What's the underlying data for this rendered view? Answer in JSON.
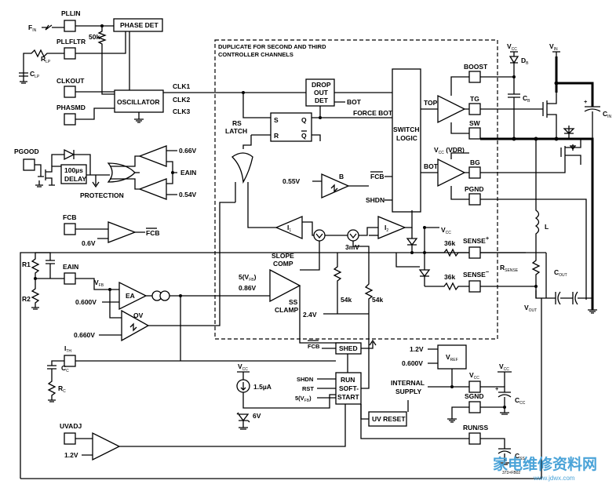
{
  "pins": {
    "fin": "F",
    "fin_sub": "IN",
    "pllin": "PLLIN",
    "pllfltr": "PLLFLTR",
    "clkout": "CLKOUT",
    "phasmd": "PHASMD",
    "pgood": "PGOOD",
    "fcb": "FCB",
    "eain": "EAIN",
    "ith": "I",
    "ith_sub": "TH",
    "uvadj": "UVADJ",
    "boost": "BOOST",
    "tg": "TG",
    "sw": "SW",
    "bg": "BG",
    "pgnd": "PGND",
    "sense_plus": "SENSE",
    "sense_minus": "SENSE",
    "vcc": "V",
    "vcc_sub": "CC",
    "sgnd": "SGND",
    "run_ss": "RUN/SS"
  },
  "blocks": {
    "phase_det": "PHASE DET",
    "oscillator": "OSCILLATOR",
    "delay_1": "100µs",
    "delay_2": "DELAY",
    "dropout_1": "DROP",
    "dropout_2": "OUT",
    "dropout_3": "DET",
    "switch_logic_1": "SWITCH",
    "switch_logic_2": "LOGIC",
    "shed": "SHED",
    "vref": "V",
    "vref_sub": "REF",
    "run_ss_1": "RUN",
    "run_ss_2": "SOFT-",
    "run_ss_3": "START",
    "uv_reset": "UV RESET",
    "internal_supply_1": "INTERNAL",
    "internal_supply_2": "SUPPLY"
  },
  "labels": {
    "duplicate_1": "DUPLICATE FOR SECOND AND THIRD",
    "duplicate_2": "CONTROLLER CHANNELS",
    "clk1": "CLK1",
    "clk2": "CLK2",
    "clk3": "CLK3",
    "r_50k": "50k",
    "rlp": "R",
    "rlp_sub": "LP",
    "clp": "C",
    "clp_sub": "LP",
    "bot1": "BOT",
    "force_bot": "FORCE BOT",
    "top": "TOP",
    "bot2": "BOT",
    "vcc_vdr": "V",
    "vcc_vdr_sub": "CC",
    "vcc_vdr_tail": " (VDR)",
    "rs_latch_1": "RS",
    "rs_latch_2": "LATCH",
    "latch_s": "S",
    "latch_q": "Q",
    "latch_r": "R",
    "latch_qbar": "Q",
    "protection": "PROTECTION",
    "v066": "0.66V",
    "v054": "0.54V",
    "v055": "0.55V",
    "comp_b": "B",
    "fcb_bar": "FCB",
    "shdn": "SHDN",
    "v06": "0.6V",
    "fcb_bar2": "FCB",
    "i1": "I",
    "i1_sub": "1",
    "i2": "I",
    "i2_sub": "2",
    "v3m": "3mV",
    "r36k_1": "36k",
    "r36k_2": "36k",
    "sense_plus_sup": "+",
    "sense_minus_sup": "−",
    "rsense": "R",
    "rsense_sub": "SENSE",
    "slope_comp_1": "SLOPE",
    "slope_comp_2": "COMP",
    "vfb5": "5(V",
    "vfb5_sub": "FB",
    "vfb5_tail": ")",
    "v086": "0.86V",
    "ss_1": "SS",
    "ss_2": "CLAMP",
    "r54k_1": "54k",
    "r54k_2": "54k",
    "v24": "2.4V",
    "r1": "R1",
    "r2": "R2",
    "vfb": "V",
    "vfb_sub": "FB",
    "v0600": "0.600V",
    "ea": "EA",
    "ov": "OV",
    "v0660": "0.660V",
    "cc": "C",
    "cc_sub": "C",
    "rc": "R",
    "rc_sub": "C",
    "v12a": "1.2V",
    "v0600b": "0.600V",
    "vcc_top": "V",
    "vcc_top_sub": "CC",
    "i15ua": "1.5µA",
    "v6": "6V",
    "shdn2": "SHDN",
    "rst": "RST",
    "vfb5b": "5(V",
    "vfb5b_sub": "FB",
    "vfb5b_tail": ")",
    "v12b": "1.2V",
    "vin": "V",
    "vin_sub": "IN",
    "vcc_right": "V",
    "vcc_right_sub": "CC",
    "db": "D",
    "db_sub": "B",
    "cb": "C",
    "cb_sub": "B",
    "cin": "C",
    "cin_sub": "IN",
    "l": "L",
    "cout": "C",
    "cout_sub": "OUT",
    "vout": "V",
    "vout_sub": "OUT",
    "vcc_r2": "V",
    "vcc_r2_sub": "CC",
    "ccc": "C",
    "ccc_sub": "CC",
    "css": "C",
    "css_sub": "SS",
    "fig_id": "373×FB02",
    "watermark": "家电维修资料网",
    "watermark_url": "www.jdwx.com"
  }
}
